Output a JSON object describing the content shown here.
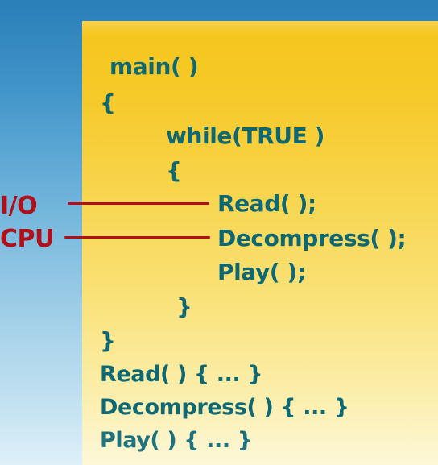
{
  "code": {
    "main": "main( )",
    "open_brace": "{",
    "while": "while(TRUE )",
    "inner_open": "{",
    "read": "Read( );",
    "decompress": "Decompress( );",
    "play": "Play( );",
    "inner_close": "}",
    "close_brace": "}",
    "read_def": "Read( ) { ... }",
    "decompress_def": "Decompress( ) { ... }",
    "play_def": "Play( ) { ... }"
  },
  "annotations": {
    "io_label": "I/O",
    "cpu_label": "CPU"
  },
  "colors": {
    "code_text": "#0d6874",
    "annotation": "#b10f1a",
    "card_top": "#f5c51b",
    "card_bottom": "#fdf7d7",
    "background_top": "#2a7fb8"
  }
}
